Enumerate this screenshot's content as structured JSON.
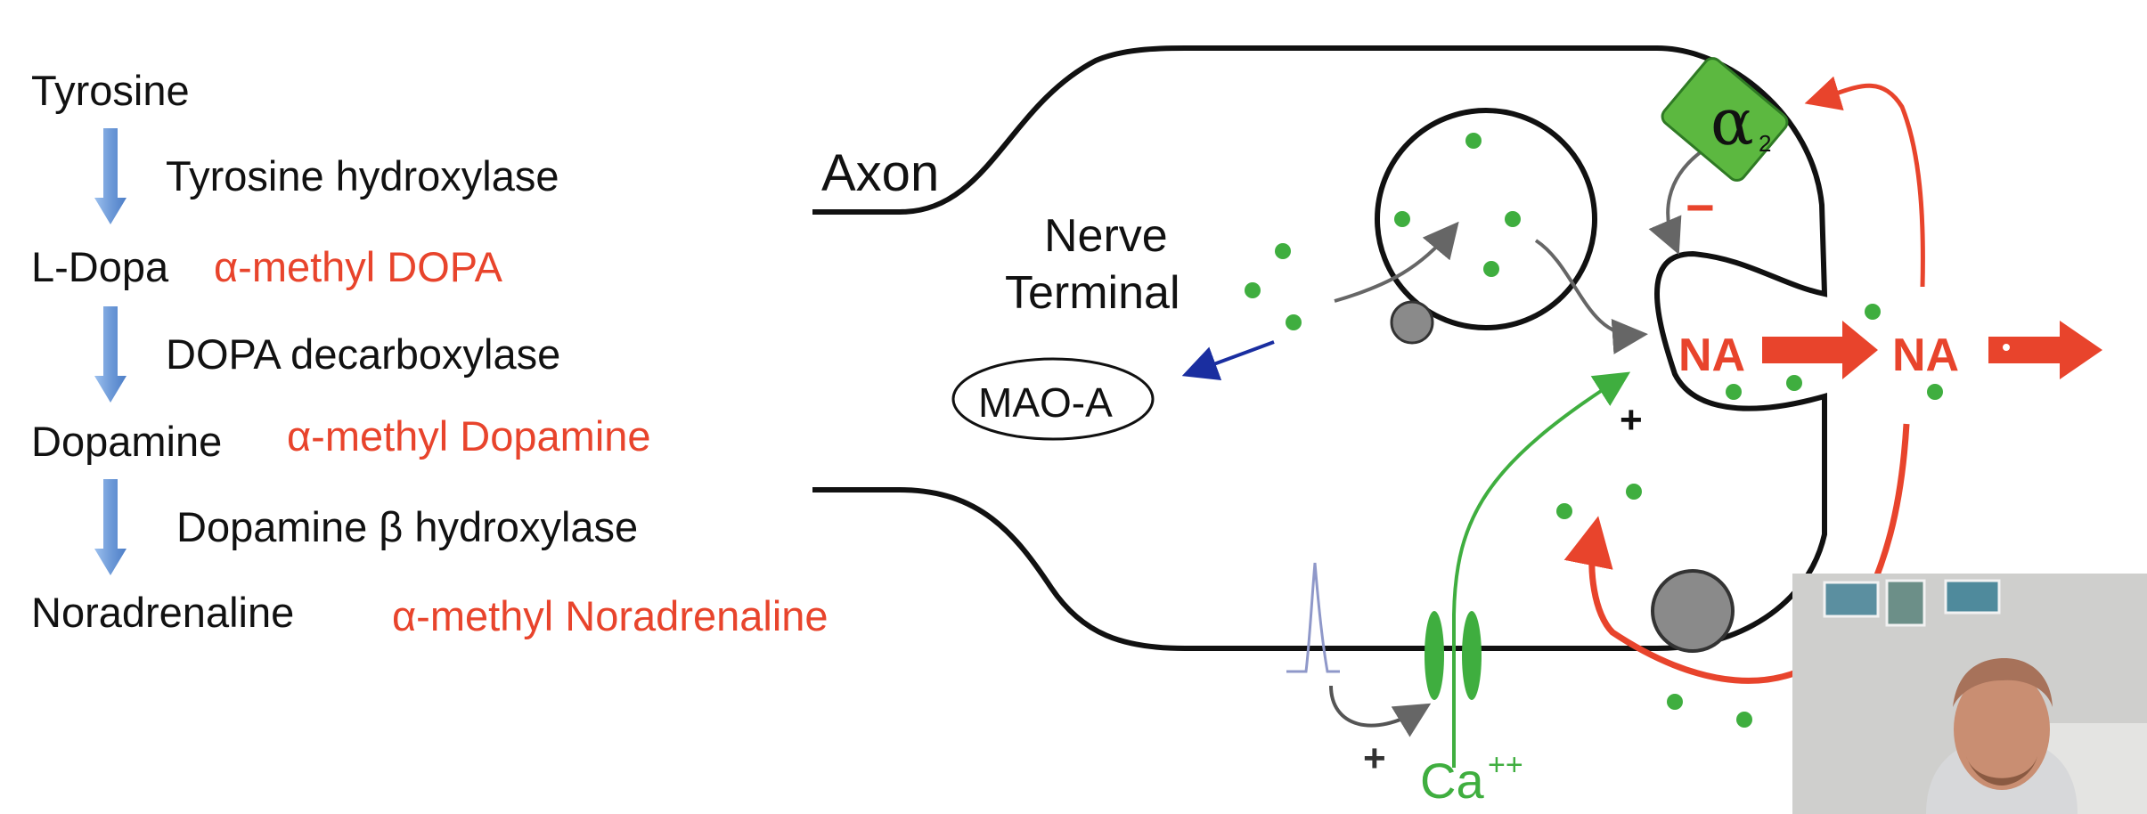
{
  "pathway": {
    "compounds": [
      {
        "name": "Tyrosine",
        "analog": ""
      },
      {
        "name": "L-Dopa",
        "analog": "α-methyl DOPA"
      },
      {
        "name": "Dopamine",
        "analog": "α-methyl Dopamine"
      },
      {
        "name": "Noradrenaline",
        "analog": "α-methyl Noradrenaline"
      }
    ],
    "enzymes": [
      "Tyrosine hydroxylase",
      "DOPA decarboxylase",
      "Dopamine β hydroxylase"
    ]
  },
  "diagram": {
    "axon_label": "Axon",
    "nerve_terminal_label_line1": "Nerve",
    "nerve_terminal_label_line2": "Terminal",
    "mao_label": "MAO-A",
    "receptor_label": "α",
    "receptor_subscript": "2",
    "na_label_1": "NA",
    "na_label_2": "NA",
    "inhibit_sign": "−",
    "plus_sign_1": "+",
    "plus_sign_2": "+",
    "calcium_label": "Ca",
    "calcium_charge": "++",
    "colors": {
      "outline": "#111111",
      "vesicle_dot": "#3fae3f",
      "receptor": "#5cb840",
      "na_arrow": "#e8442c",
      "calcium": "#3fae3f",
      "mao_arrow": "#1a2ea0",
      "pathway_arrow": "#6f9bd8"
    }
  },
  "webcam": {
    "visible": true
  }
}
